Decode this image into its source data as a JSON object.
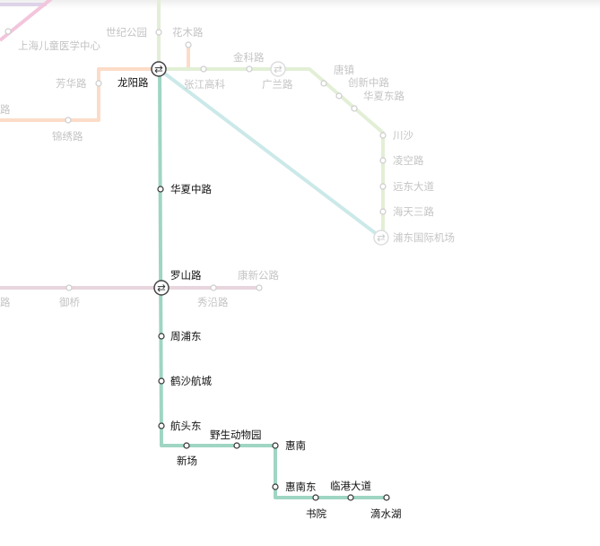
{
  "colors": {
    "line16": "#9fd5c3",
    "maglev": "#cbe9e8",
    "line2": "#e2efd6",
    "line7": "#fcdcc8",
    "line11": "#e8d5dd",
    "pink_line": "#f3c5dc",
    "purple_line": "#ddd3ea",
    "active_text": "#111111",
    "inactive_text": "#c4c4c4"
  },
  "active_line": {
    "stations": [
      "龙阳路",
      "华夏中路",
      "罗山路",
      "周浦东",
      "鹤沙航城",
      "航头东",
      "新场",
      "野生动物园",
      "惠南",
      "惠南东",
      "书院",
      "临港大道",
      "滴水湖"
    ]
  },
  "other_stations": {
    "line2": [
      "世纪公园",
      "张江高科",
      "金科路",
      "广兰路",
      "唐镇",
      "创新中路",
      "华夏东路",
      "川沙",
      "凌空路",
      "远东大道",
      "海天三路",
      "浦东国际机场"
    ],
    "line7": [
      "花木路",
      "芳华路",
      "锦绣路",
      "路"
    ],
    "pink": [
      "上海儿童医学中心"
    ],
    "line11": [
      "御桥",
      "秀沿路",
      "康新公路",
      "路"
    ]
  },
  "icons": {
    "interchange": "interchange-icon"
  }
}
